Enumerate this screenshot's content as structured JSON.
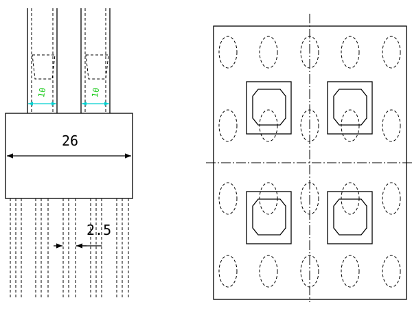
{
  "elevation": {
    "dim_width": "26",
    "dim_pile_spacing": "2.5",
    "dim_column_left": "10",
    "dim_column_right": "10"
  },
  "colors": {
    "line": "#000000",
    "dim_line_accent": "#00d0d0",
    "dim_text_accent": "#22cc22",
    "background": "#ffffff"
  },
  "plan": {
    "pile_grid": {
      "columns": 5,
      "rows": 4
    },
    "column_count": 4
  }
}
